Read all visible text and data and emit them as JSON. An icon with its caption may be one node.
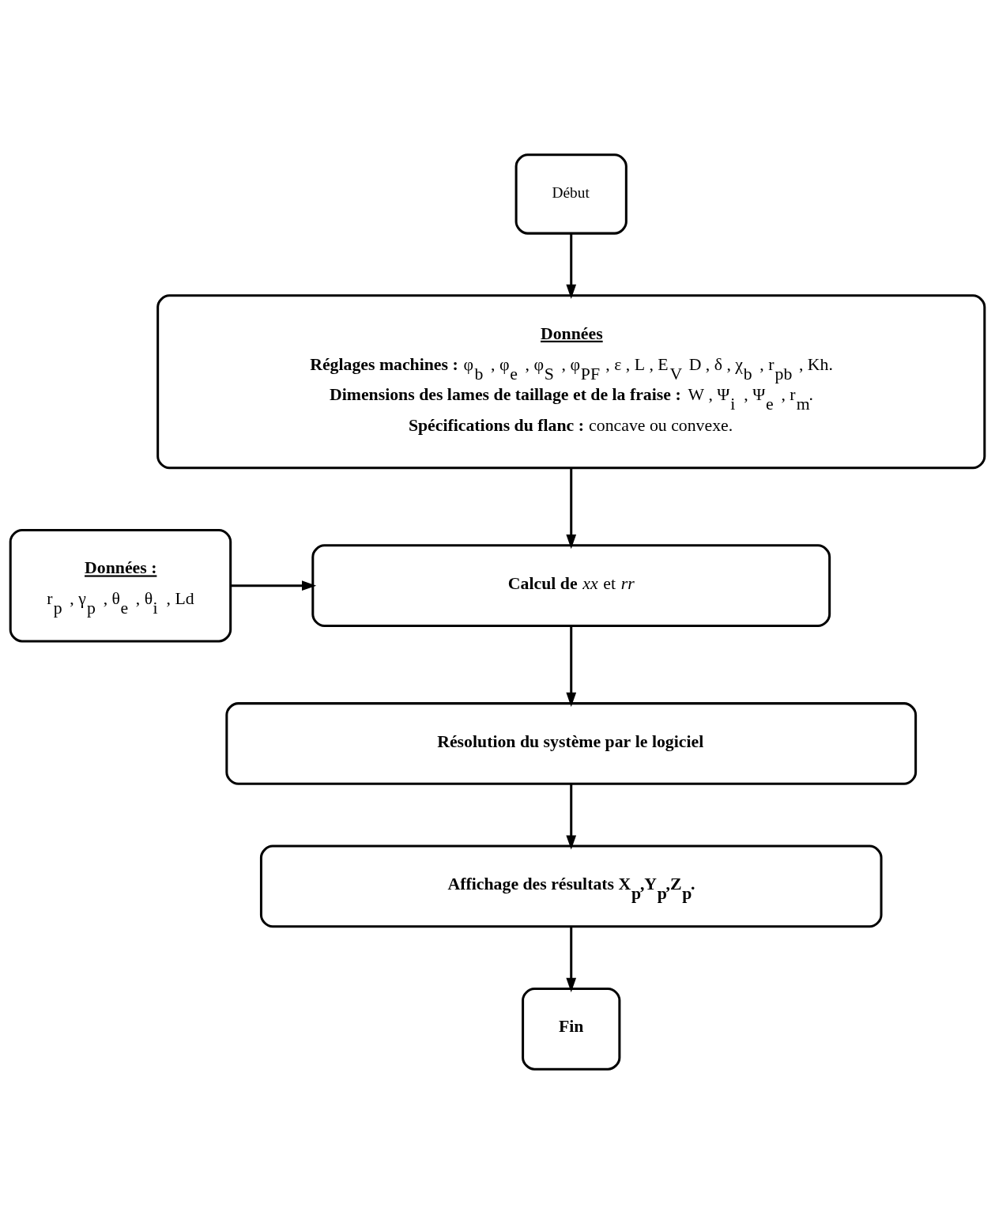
{
  "diagram": {
    "nodes": [
      {
        "text": [
          "Début"
        ]
      },
      {
        "text": [
          "Données",
          "**Réglages machines :** φ$_{b}$ , φ$_{e}$ , φ$_{S}$ , φ$_{PF}$ , ε , L , E$_{V}$ D , δ , χ$_{b}$ , r$_{pb}$ , Kh.",
          "**Dimensions des lames de taillage et de la fraise :** W , Ψ$_{i}$ , Ψ$_{e}$ , r$_{m}$.",
          "**Spécifications du flanc :** concave ou convexe."
        ]
      },
      {
        "text": [
          "Données :",
          "r$_{p}$ , γ$_{p}$ , θ$_{e}$ , θ$_{i}$ , Ld"
        ]
      },
      {
        "text": [
          "**Calcul de** *xx* et *rr*"
        ]
      },
      {
        "text": [
          "Résolution du système par le logiciel"
        ]
      },
      {
        "text": [
          "Affichage des résultats X$_{p}$,Y$_{p}$,Z$_{p}$."
        ]
      },
      {
        "text": [
          "Fin"
        ]
      }
    ],
    "edges": [
      {
        "from": 0,
        "to": 1,
        "arrow": "to"
      },
      {
        "from": 1,
        "to": 3,
        "arrow": "to"
      },
      {
        "from": 2,
        "to": 3,
        "arrow": "to"
      },
      {
        "from": 3,
        "to": 4,
        "arrow": "to"
      },
      {
        "from": 4,
        "to": 5,
        "arrow": "to"
      },
      {
        "from": 5,
        "to": 6,
        "arrow": "to"
      }
    ]
  }
}
